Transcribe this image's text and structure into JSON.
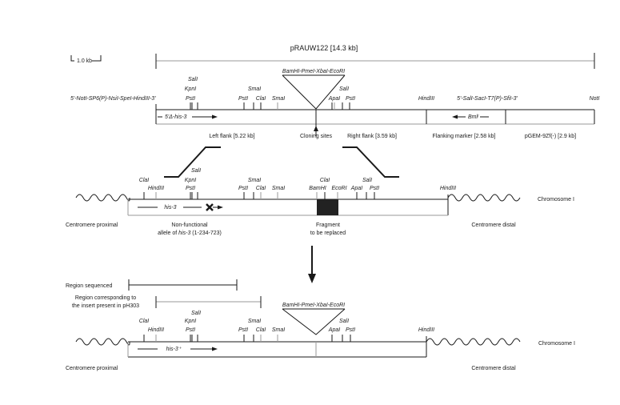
{
  "scale_bar": {
    "label": "1.0 kb"
  },
  "plasmid": {
    "title": "pRAUW122 [14.3 kb]",
    "left_polylinker": "5'-NotI-SP6(P)-NsiI-SpeI-HindIII-3'",
    "mcs_label": "BamHI-PmeI-XbaI-EcoRI",
    "right_polylinker": "5'-SalI-SacI-T7(P)-SfiI-3'",
    "right_end": "NotI",
    "gene_label": "5'Δ-his-3",
    "marker_label": "Bmlʳ",
    "sites": [
      {
        "name": "SalI",
        "row": 2
      },
      {
        "name": "KpnI",
        "row": 1
      },
      {
        "name": "PstI",
        "row": 0
      },
      {
        "name": "SmaI",
        "row": 1
      },
      {
        "name": "PstI",
        "row": 0
      },
      {
        "name": "ClaI",
        "row": 0
      },
      {
        "name": "SmaI",
        "row": 0
      },
      {
        "name": "SalI",
        "row": 1
      },
      {
        "name": "ApaI",
        "row": 0
      },
      {
        "name": "PstI",
        "row": 0
      },
      {
        "name": "HindIII",
        "row": 0
      }
    ],
    "segments": [
      {
        "label": "Left flank [5.22 kb]"
      },
      {
        "label": "Cloning sites"
      },
      {
        "label": "Right flank [3.59 kb]"
      },
      {
        "label": "Flanking marker [2.58 kb]"
      },
      {
        "label": "pGEM-9Zf(-) [2.9 kb]"
      }
    ]
  },
  "chromosome_wt": {
    "label": "Chromosome I",
    "left_label": "Centromere proximal",
    "right_label": "Centromere distal",
    "gene_label": "his-3",
    "allele_label_1": "Non-functional",
    "allele_label_2_pre": "allele of ",
    "allele_label_2_gene": "his-3",
    "allele_label_2_post": " (1-234-723)",
    "fragment_label_1": "Fragment",
    "fragment_label_2": "to be replaced",
    "sites": [
      "ClaI",
      "HindIII",
      "SalI",
      "KpnI",
      "PstI",
      "SmaI",
      "PstI",
      "ClaI",
      "SmaI",
      "ClaI",
      "BamHI",
      "EcoRI",
      "SalI",
      "ApaI",
      "PstI",
      "HindIII"
    ]
  },
  "regions": {
    "sequenced": "Region sequenced",
    "insert_1": "Region corresponding to",
    "insert_2": "the insert present in pH303"
  },
  "chromosome_new": {
    "label": "Chromosome I",
    "left_label": "Centromere proximal",
    "right_label": "Centromere distal",
    "gene_label": "his-3⁺",
    "mcs_label": "BamHI-PmeI-XbaI-EcoRI",
    "sites": [
      "ClaI",
      "HindIII",
      "SalI",
      "KpnI",
      "PstI",
      "SmaI",
      "PstI",
      "ClaI",
      "SmaI",
      "SalI",
      "ApaI",
      "PstI",
      "HindIII"
    ]
  }
}
